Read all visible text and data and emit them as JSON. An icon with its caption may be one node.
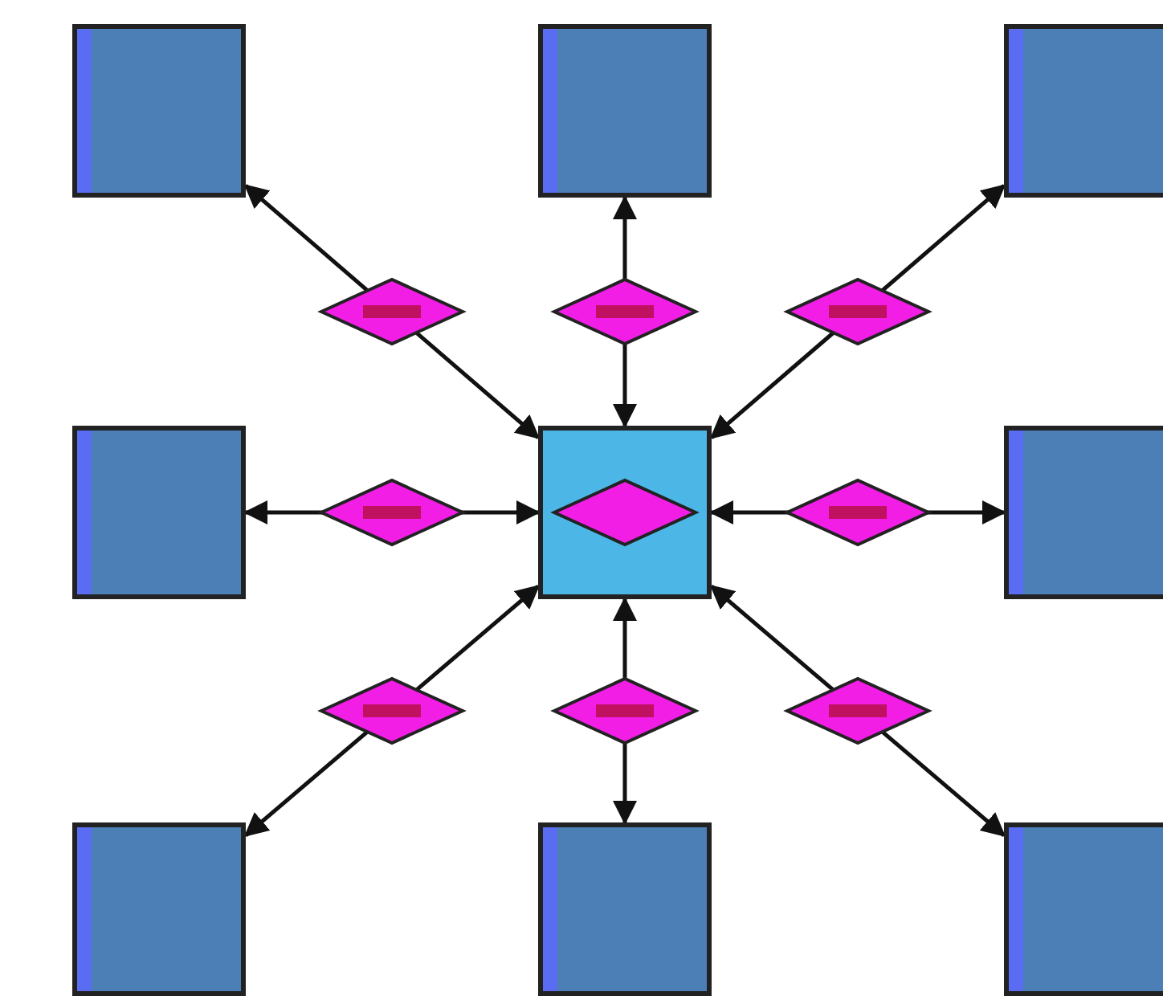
{
  "diagram": {
    "nodes": [
      {
        "text": [],
        "shape": "box"
      },
      {
        "text": [],
        "shape": "box"
      },
      {
        "text": [],
        "shape": "box"
      },
      {
        "text": [],
        "shape": "box"
      },
      {
        "text": [],
        "shape": "box"
      },
      {
        "text": [],
        "shape": "box"
      },
      {
        "text": [],
        "shape": "box"
      },
      {
        "text": [],
        "shape": "box"
      },
      {
        "text": [],
        "shape": "box"
      }
    ],
    "edges": [
      {
        "from": 4,
        "to": 0,
        "arrow": "both"
      },
      {
        "from": 4,
        "to": 1,
        "arrow": "both"
      },
      {
        "from": 4,
        "to": 2,
        "arrow": "both"
      },
      {
        "from": 4,
        "to": 3,
        "arrow": "both"
      },
      {
        "from": 4,
        "to": 5,
        "arrow": "both"
      },
      {
        "from": 4,
        "to": 6,
        "arrow": "both"
      },
      {
        "from": 4,
        "to": 7,
        "arrow": "both"
      },
      {
        "from": 4,
        "to": 8,
        "arrow": "both"
      }
    ]
  }
}
